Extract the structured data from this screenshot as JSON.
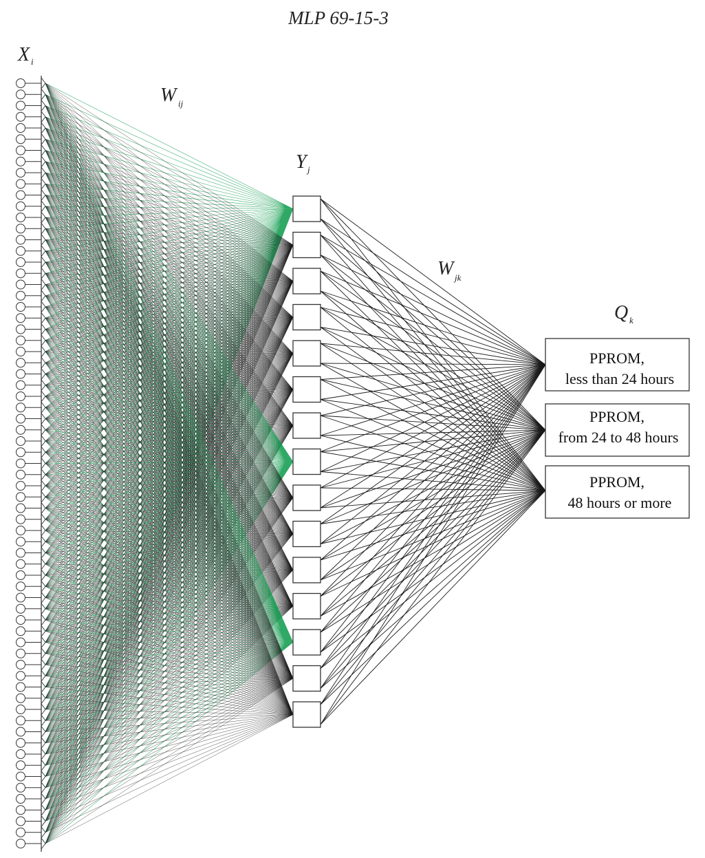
{
  "title": "MLP 69-15-3",
  "labels": {
    "input": {
      "main": "X",
      "sub": "i"
    },
    "weights_ij": {
      "main": "W",
      "sub": "ij"
    },
    "hidden": {
      "main": "Y",
      "sub": "j"
    },
    "weights_jk": {
      "main": "W",
      "sub": "jk"
    },
    "output": {
      "main": "Q",
      "sub": "k"
    }
  },
  "network": {
    "input_count": 69,
    "hidden_count": 15,
    "output_count": 3
  },
  "outputs": [
    {
      "line1": "PPROM,",
      "line2": "less than 24 hours"
    },
    {
      "line1": "PPROM,",
      "line2": "from 24 to 48 hours"
    },
    {
      "line1": "PPROM,",
      "line2": "48 hours or more"
    }
  ],
  "colors": {
    "line": "#1a1a1a",
    "accent": "#0b9a4a",
    "node_stroke": "#333333"
  }
}
